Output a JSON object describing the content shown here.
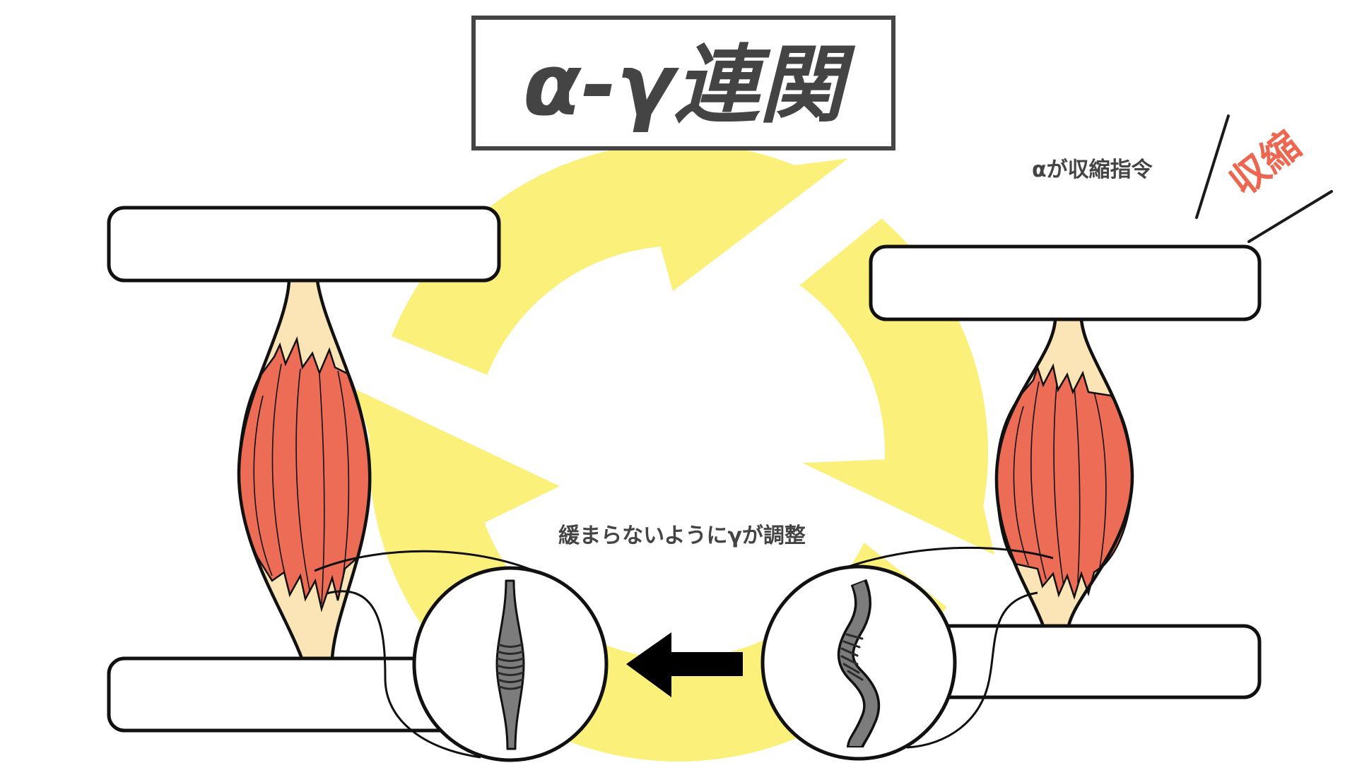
{
  "title": "α-γ連関",
  "labels": {
    "alpha_command": "αが収縮指令",
    "contraction": "収縮",
    "gamma_adjust": "緩まらないようにγが調整"
  },
  "colors": {
    "cycle_arrows": "#FAF07A",
    "muscle_belly": "#EC6C55",
    "tendon": "#FBE4B5",
    "spindle": "#7C7C7C",
    "contraction_text": "#EC6650",
    "text": "#444444",
    "direction_arrow": "#000000"
  },
  "icons": {
    "direction_arrow": "arrow-left-icon"
  }
}
